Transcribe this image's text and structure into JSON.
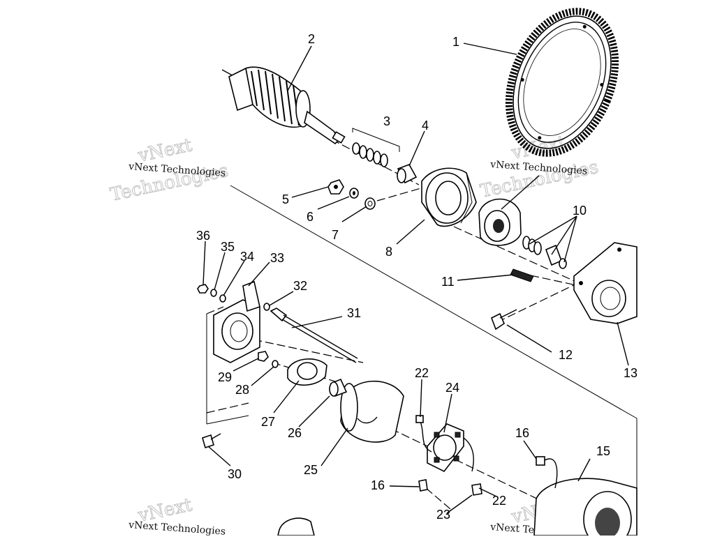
{
  "diagram": {
    "callouts": [
      {
        "id": "1",
        "label": "1"
      },
      {
        "id": "2",
        "label": "2"
      },
      {
        "id": "3",
        "label": "3"
      },
      {
        "id": "4",
        "label": "4"
      },
      {
        "id": "5",
        "label": "5"
      },
      {
        "id": "6",
        "label": "6"
      },
      {
        "id": "7",
        "label": "7"
      },
      {
        "id": "8",
        "label": "8"
      },
      {
        "id": "10",
        "label": "10"
      },
      {
        "id": "11",
        "label": "11"
      },
      {
        "id": "12",
        "label": "12"
      },
      {
        "id": "13",
        "label": "13"
      },
      {
        "id": "15",
        "label": "15"
      },
      {
        "id": "16a",
        "label": "16"
      },
      {
        "id": "16b",
        "label": "16"
      },
      {
        "id": "22a",
        "label": "22"
      },
      {
        "id": "22b",
        "label": "22"
      },
      {
        "id": "23",
        "label": "23"
      },
      {
        "id": "24",
        "label": "24"
      },
      {
        "id": "25",
        "label": "25"
      },
      {
        "id": "26",
        "label": "26"
      },
      {
        "id": "27",
        "label": "27"
      },
      {
        "id": "28",
        "label": "28"
      },
      {
        "id": "29",
        "label": "29"
      },
      {
        "id": "30",
        "label": "30"
      },
      {
        "id": "31",
        "label": "31"
      },
      {
        "id": "32",
        "label": "32"
      },
      {
        "id": "33",
        "label": "33"
      },
      {
        "id": "34",
        "label": "34"
      },
      {
        "id": "35",
        "label": "35"
      },
      {
        "id": "36",
        "label": "36"
      }
    ]
  },
  "watermark": {
    "small_text": "vNext Technologies",
    "big_line1": "vNext",
    "big_line2": "Technologies"
  }
}
